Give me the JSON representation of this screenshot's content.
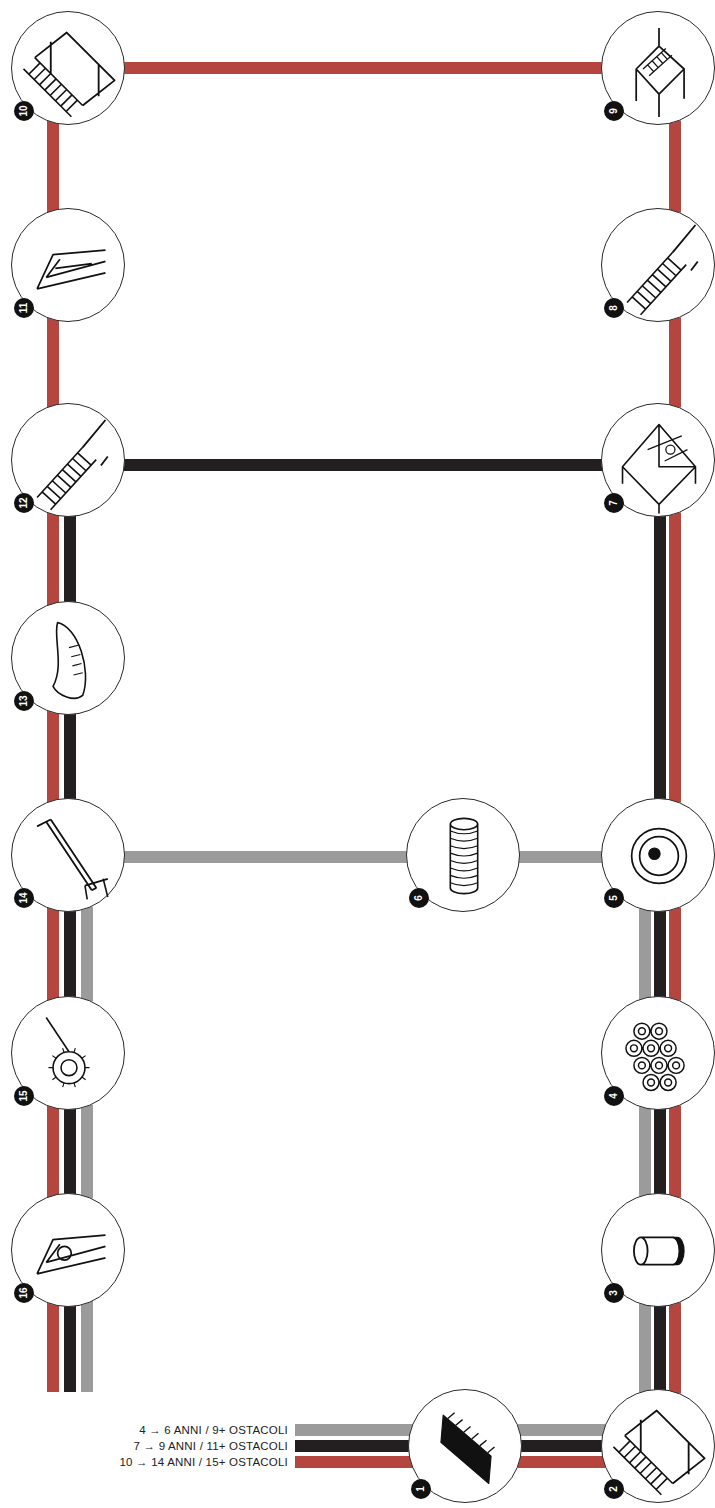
{
  "diagram": {
    "nodes": [
      {
        "text": [
          "1"
        ]
      },
      {
        "text": [
          "2"
        ]
      },
      {
        "text": [
          "3"
        ]
      },
      {
        "text": [
          "4"
        ]
      },
      {
        "text": [
          "5"
        ]
      },
      {
        "text": [
          "6"
        ]
      },
      {
        "text": [
          "7"
        ]
      },
      {
        "text": [
          "8"
        ]
      },
      {
        "text": [
          "9"
        ]
      },
      {
        "text": [
          "10"
        ]
      },
      {
        "text": [
          "11"
        ]
      },
      {
        "text": [
          "12"
        ]
      },
      {
        "text": [
          "13"
        ]
      },
      {
        "text": [
          "14"
        ]
      },
      {
        "text": [
          "15"
        ]
      },
      {
        "text": [
          "16"
        ]
      }
    ],
    "edges": [
      {
        "from": 0,
        "to": 1,
        "arrow": "none"
      },
      {
        "from": 0,
        "to": 1,
        "arrow": "none"
      },
      {
        "from": 0,
        "to": 1,
        "arrow": "none"
      },
      {
        "from": 1,
        "to": 2,
        "arrow": "none"
      },
      {
        "from": 1,
        "to": 2,
        "arrow": "none"
      },
      {
        "from": 1,
        "to": 2,
        "arrow": "none"
      },
      {
        "from": 2,
        "to": 3,
        "arrow": "none"
      },
      {
        "from": 2,
        "to": 3,
        "arrow": "none"
      },
      {
        "from": 2,
        "to": 3,
        "arrow": "none"
      },
      {
        "from": 3,
        "to": 4,
        "arrow": "none"
      },
      {
        "from": 3,
        "to": 4,
        "arrow": "none"
      },
      {
        "from": 3,
        "to": 4,
        "arrow": "none"
      },
      {
        "from": 4,
        "to": 5,
        "arrow": "none"
      },
      {
        "from": 5,
        "to": 13,
        "arrow": "none"
      },
      {
        "from": 4,
        "to": 6,
        "arrow": "none"
      },
      {
        "from": 4,
        "to": 6,
        "arrow": "none"
      },
      {
        "from": 6,
        "to": 7,
        "arrow": "none"
      },
      {
        "from": 7,
        "to": 8,
        "arrow": "none"
      },
      {
        "from": 8,
        "to": 9,
        "arrow": "none"
      },
      {
        "from": 9,
        "to": 10,
        "arrow": "none"
      },
      {
        "from": 10,
        "to": 11,
        "arrow": "none"
      },
      {
        "from": 6,
        "to": 11,
        "arrow": "none"
      },
      {
        "from": 11,
        "to": 12,
        "arrow": "none"
      },
      {
        "from": 11,
        "to": 12,
        "arrow": "none"
      },
      {
        "from": 12,
        "to": 13,
        "arrow": "none"
      },
      {
        "from": 12,
        "to": 13,
        "arrow": "none"
      },
      {
        "from": 13,
        "to": 14,
        "arrow": "none"
      },
      {
        "from": 13,
        "to": 14,
        "arrow": "none"
      },
      {
        "from": 13,
        "to": 14,
        "arrow": "none"
      },
      {
        "from": 14,
        "to": 15,
        "arrow": "none"
      },
      {
        "from": 14,
        "to": 15,
        "arrow": "none"
      },
      {
        "from": 14,
        "to": 15,
        "arrow": "none"
      }
    ],
    "legend": [
      {
        "text": "4 → 6 ANNI / 9+ OSTACOLI",
        "color": "#9b9b9b"
      },
      {
        "text": "7 → 9 ANNI / 11+ OSTACOLI",
        "color": "#231f20"
      },
      {
        "text": "10 → 14 ANNI / 15+ OSTACOLI",
        "color": "#b5463f"
      }
    ]
  }
}
